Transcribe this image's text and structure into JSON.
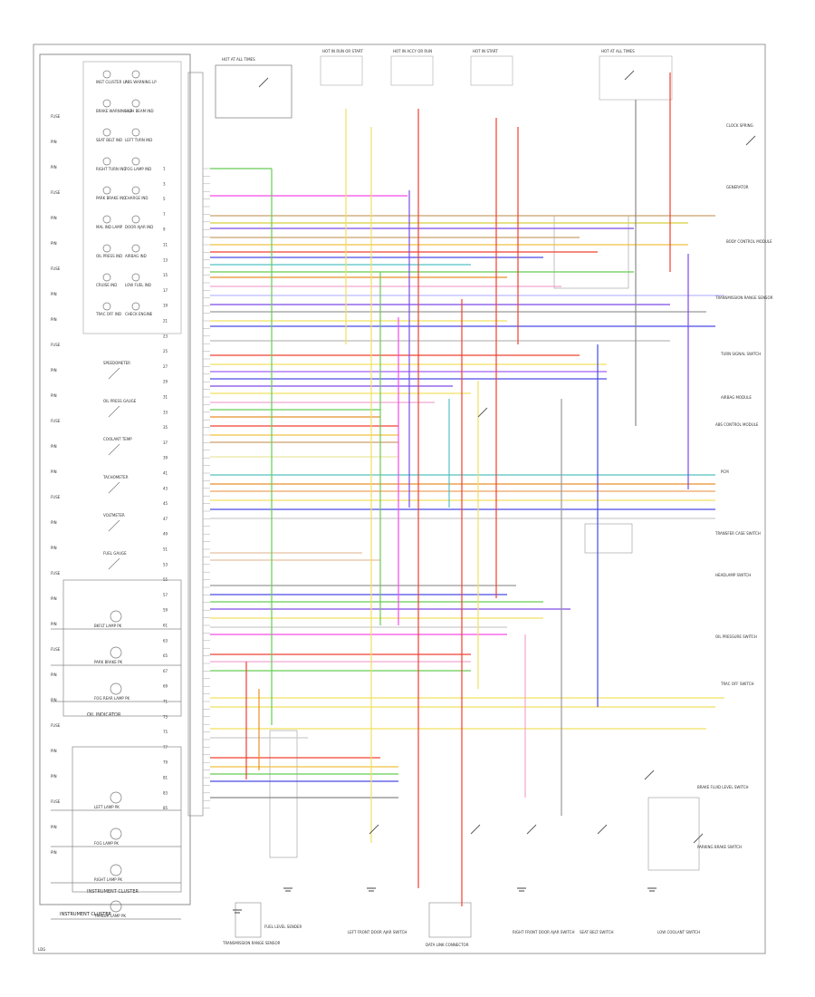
{
  "title": "",
  "colors": {
    "frame": "#9a9a9a",
    "component_line": "#6e6e6e",
    "ground": "#444444"
  },
  "instrument_cluster": {
    "label": "INSTRUMENT CLUSTER",
    "oil_indicator_label": "OIL INDICATOR",
    "lamps": [
      "INST CLUSTER LP",
      "ABS WARNING LP",
      "BRAKE WARNING LP",
      "HIGH BEAM IND",
      "SEAT BELT IND",
      "LEFT TURN IND",
      "RIGHT TURN IND",
      "FOG LAMP IND",
      "PARK BRAKE IND",
      "CHARGE IND",
      "MAL IND LAMP",
      "DOOR AJAR IND",
      "OIL PRESS IND",
      "AIRBAG IND",
      "CRUISE IND",
      "LOW FUEL IND",
      "TRAC OFF IND",
      "CHECK ENGINE"
    ],
    "gauges": [
      "SPEEDOMETER",
      "OIL PRESS GAUGE",
      "COOLANT TEMP",
      "TACHOMETER",
      "VOLTMETER",
      "FUEL GAUGE"
    ],
    "lower_lamps": [
      "BKFLT LAMP PK",
      "PARK BRAKE PK",
      "FOG REAR LAMP PK",
      "LEFT LAMP PK",
      "FOG LAMP PK",
      "RIGHT LAMP PK",
      "TRAILER LAMP PK"
    ],
    "bottom_bar_label": "INSTRUMENT CLUSTER"
  },
  "top_labels": [
    "HOT AT ALL TIMES",
    "HOT IN RUN OR START",
    "HOT IN ACCY OR RUN",
    "HOT IN START",
    "HOT AT ALL TIMES"
  ],
  "right_labels": [
    "CLOCK SPRING",
    "GENERATOR",
    "BODY CONTROL MODULE",
    "TRANSMISSION RANGE SENSOR",
    "TURN SIGNAL SWITCH",
    "AIRBAG MODULE",
    "ABS CONTROL MODULE",
    "PCM",
    "TRANSFER CASE SWITCH",
    "HEADLAMP SWITCH",
    "OIL PRESSURE SWITCH",
    "TRAC OFF SWITCH",
    "BRAKE FLUID LEVEL SWITCH",
    "PARKING BRAKE SWITCH"
  ],
  "bottom_labels": [
    "TRANSMISSION RANGE SENSOR",
    "FUEL LEVEL SENDER",
    "LEFT FRONT DOOR AJAR SWITCH",
    "DATA LINK CONNECTOR",
    "RIGHT FRONT DOOR AJAR SWITCH",
    "SEAT BELT SWITCH",
    "LOW COOLANT SWITCH"
  ],
  "footer_code": "LDG"
}
